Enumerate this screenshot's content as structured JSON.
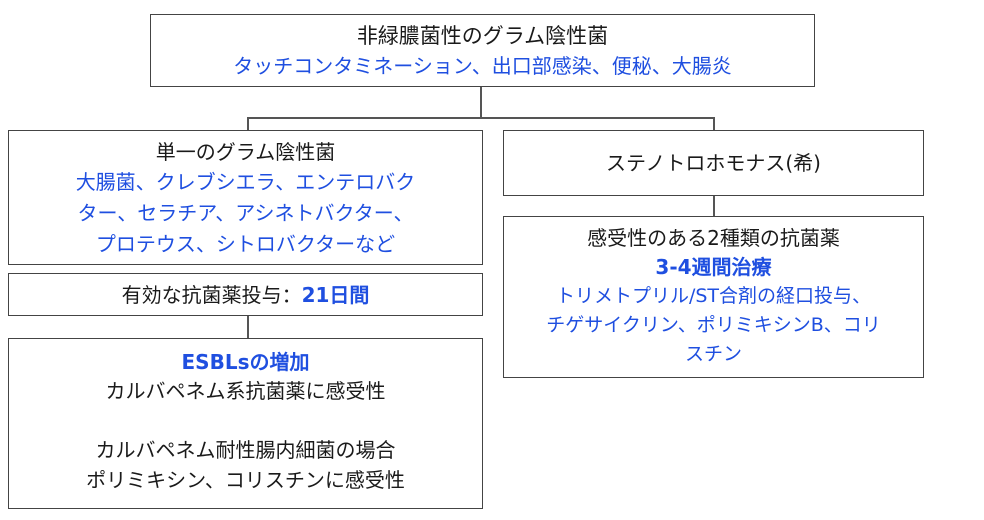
{
  "colors": {
    "text": "#1a1a1a",
    "highlight": "#1f4fe0",
    "border": "#444444"
  },
  "root": {
    "title": "非緑膿菌性のグラム陰性菌",
    "subtitle": "タッチコンタミネーション、出口部感染、便秘、大腸炎"
  },
  "left": {
    "title": "単一のグラム陰性菌",
    "examples": [
      "大腸菌、クレブシエラ、エンテロバク",
      "ター、セラチア、アシネトバクター、",
      "プロテウス、シトロバクターなど"
    ],
    "treatment_prefix": "有効な抗菌薬投与：",
    "treatment_days": "21日間",
    "note_highlight": "ESBLsの増加",
    "note_lines": [
      "カルバペネム系抗菌薬に感受性",
      "カルバペネム耐性腸内細菌の場合",
      "ポリミキシン、コリスチンに感受性"
    ]
  },
  "right": {
    "title": "ステノトロホモナス(希)",
    "treatment_title": "感受性のある2種類の抗菌薬",
    "treatment_lines": [
      "3-4週間治療",
      "トリメトプリル/ST合剤の経口投与、",
      "チゲサイクリン、ポリミキシンB、コリ",
      "スチン"
    ]
  }
}
